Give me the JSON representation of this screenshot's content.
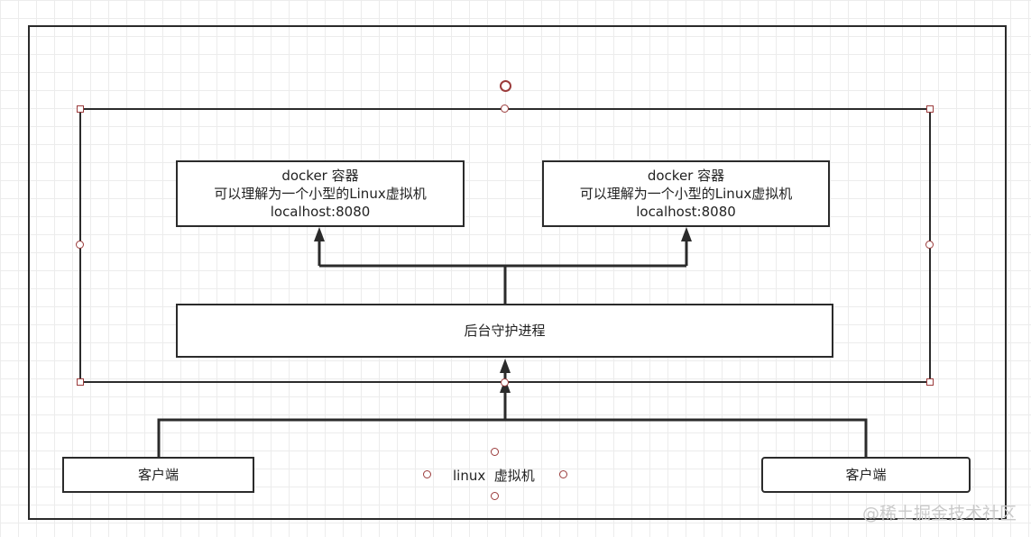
{
  "container_1": {
    "line1": "docker 容器",
    "line2": "可以理解为一个小型的Linux虚拟机",
    "line3": "localhost:8080"
  },
  "container_2": {
    "line1": "docker 容器",
    "line2": "可以理解为一个小型的Linux虚拟机",
    "line3": "localhost:8080"
  },
  "daemon": {
    "label": "后台守护进程"
  },
  "client_left": {
    "label": "客户端"
  },
  "client_right": {
    "label": "客户端"
  },
  "vm_label": "linux  虚拟机",
  "watermark": "@稀土掘金技术社区",
  "colors": {
    "line": "#2b2b2b",
    "handle": "#9b3b3b",
    "grid": "#ececec"
  }
}
